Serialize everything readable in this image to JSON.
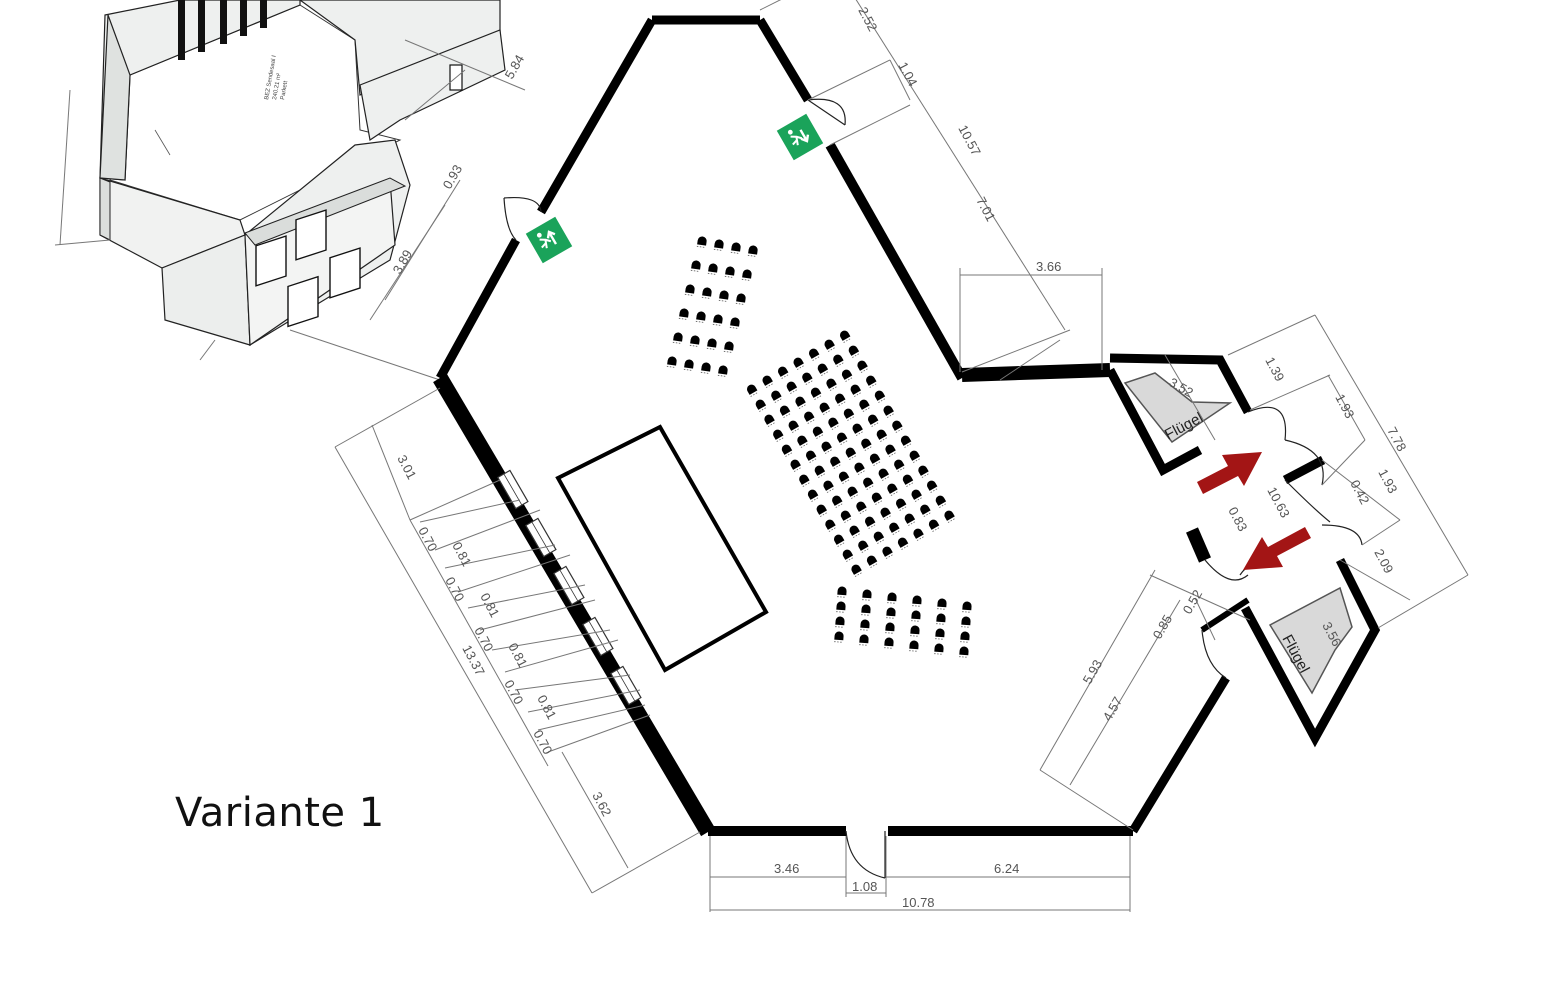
{
  "variant_label": "Variante 1",
  "piano_label": "Flügel",
  "colors": {
    "wall": "#000000",
    "exit_sign": "#1aa35a",
    "arrow": "#a31515",
    "piano_fill": "#d9d9d9",
    "dimension": "#777777"
  },
  "icons": [
    "emergency-exit-icon",
    "entry-arrow-icon",
    "exit-arrow-icon",
    "piano-icon",
    "chair-icon"
  ],
  "dimensions": {
    "top_right_252": "2.52",
    "top_right_104": "1.04",
    "top_right_1057": "10.57",
    "top_right_701": "7.01",
    "right_366": "3.66",
    "lobby_139": "1.39",
    "lobby_193a": "1.93",
    "lobby_778": "7.78",
    "lobby_193b": "1.93",
    "lobby_042": "0.42",
    "lobby_209": "2.09",
    "lobby_1063": "10.63",
    "lobby_083": "0.83",
    "lobby_052": "0.52",
    "lobby_085": "0.85",
    "piano_top_352": "3.52",
    "piano_bottom_356": "3.56",
    "lower_right_593": "5.93",
    "lower_right_457": "4.57",
    "left_301": "3.01",
    "left_070a": "0.70",
    "left_081a": "0.81",
    "left_070b": "0.70",
    "left_081b": "0.81",
    "left_070c": "0.70",
    "left_081c": "0.81",
    "left_070d": "0.70",
    "left_081d": "0.81",
    "left_070e": "0.70",
    "left_1337": "13.37",
    "left_362": "3.62",
    "bottom_346": "3.46",
    "bottom_108": "1.08",
    "bottom_624": "6.24",
    "bottom_1078": "10.78",
    "iso_093": "0.93",
    "iso_389": "3.89",
    "iso_584": "5.84"
  }
}
